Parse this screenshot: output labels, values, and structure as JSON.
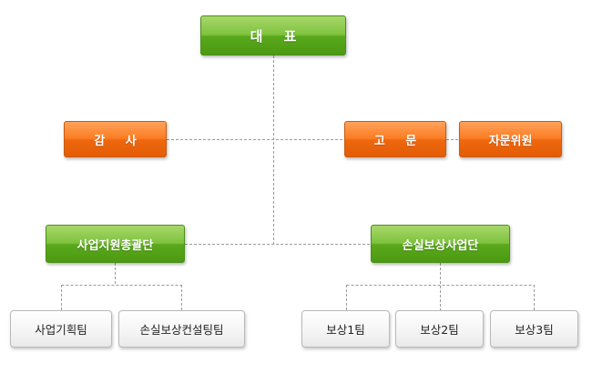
{
  "org": {
    "ceo": "대 표",
    "audit": "감 사",
    "advisor": "고 문",
    "advisory_committee": "자문위원",
    "business_support_hq": "사업지원총괄단",
    "loss_compensation_hq": "손실보상사업단",
    "teams": {
      "planning": "사업기획팀",
      "consulting": "손실보상컨설팅팀",
      "comp1": "보상1팀",
      "comp2": "보상2팀",
      "comp3": "보상3팀"
    }
  },
  "colors": {
    "green": "#6bb52b",
    "orange": "#f27315",
    "gray_box": "#f3f3f3",
    "connector": "#9a9a9a"
  }
}
